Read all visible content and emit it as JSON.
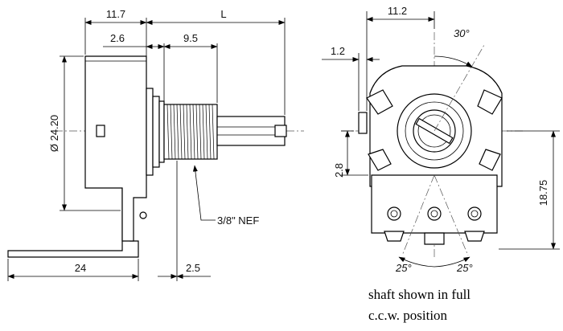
{
  "side_view": {
    "dims": {
      "top_left": "11.7",
      "top_right": "L",
      "upper_left": "2.6",
      "upper_right": "9.5",
      "diameter": "Ø 24.20",
      "thread": "3/8\" NEF",
      "bottom_left": "24",
      "bottom_right": "2.5"
    }
  },
  "front_view": {
    "dims": {
      "top": "11.2",
      "small": "1.2",
      "angle_top": "30°",
      "left_vertical": "2.8",
      "right_vertical": "18.75",
      "angle_left": "25°",
      "angle_right": "25°"
    }
  },
  "note": {
    "line1": "shaft shown in full",
    "line2": "c.c.w. position"
  }
}
